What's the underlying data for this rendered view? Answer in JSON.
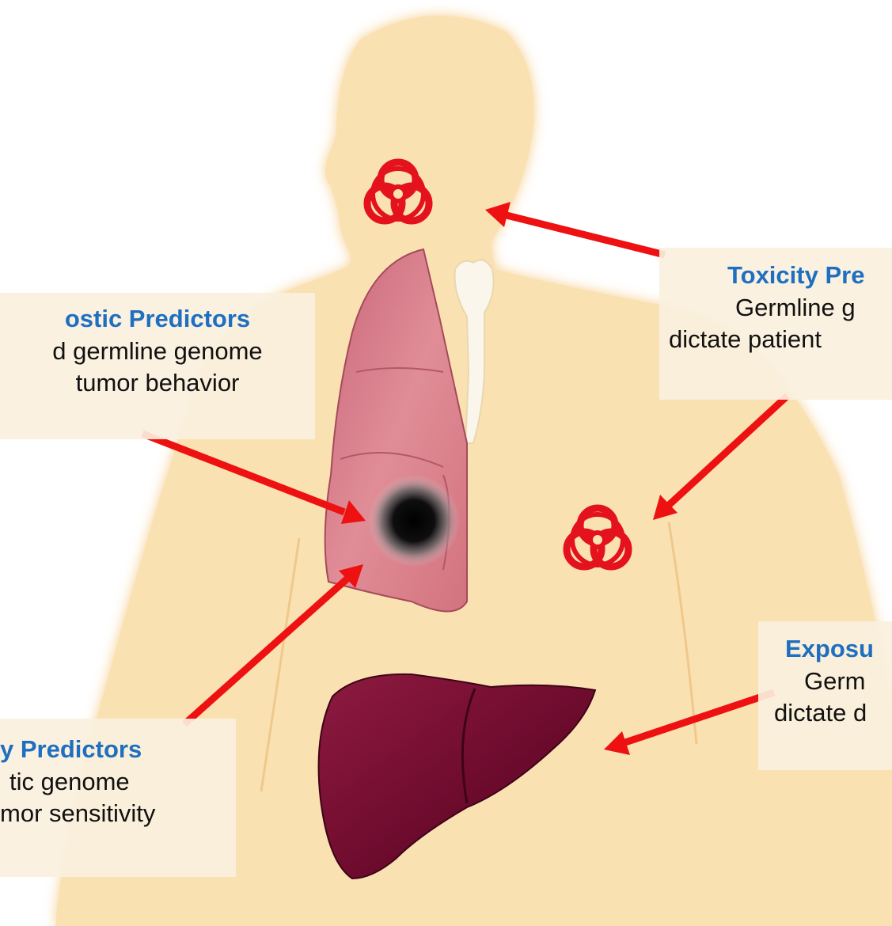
{
  "callouts": {
    "prognostic": {
      "title": "ostic Predictors",
      "line1": "d germline genome",
      "line2": "tumor behavior"
    },
    "toxicity": {
      "title": "Toxicity Pre",
      "line1": "Germline g",
      "line2": "dictate patient"
    },
    "exposure": {
      "title": "Exposu",
      "line1": "Germ",
      "line2": "dictate d"
    },
    "efficacy": {
      "title": "y Predictors",
      "line1": "tic genome",
      "line2": "mor sensitivity"
    }
  },
  "colors": {
    "skin": "#fae1b2",
    "skin_glow": "#f6cf8f",
    "arrow": "#ee1111",
    "biohazard": "#e3121c",
    "title_blue": "#1f6fc1",
    "lung": "#d97a86",
    "liver": "#6e0a2c",
    "tumor": "#111111"
  },
  "icons": [
    "biohazard-icon",
    "biohazard-icon"
  ]
}
